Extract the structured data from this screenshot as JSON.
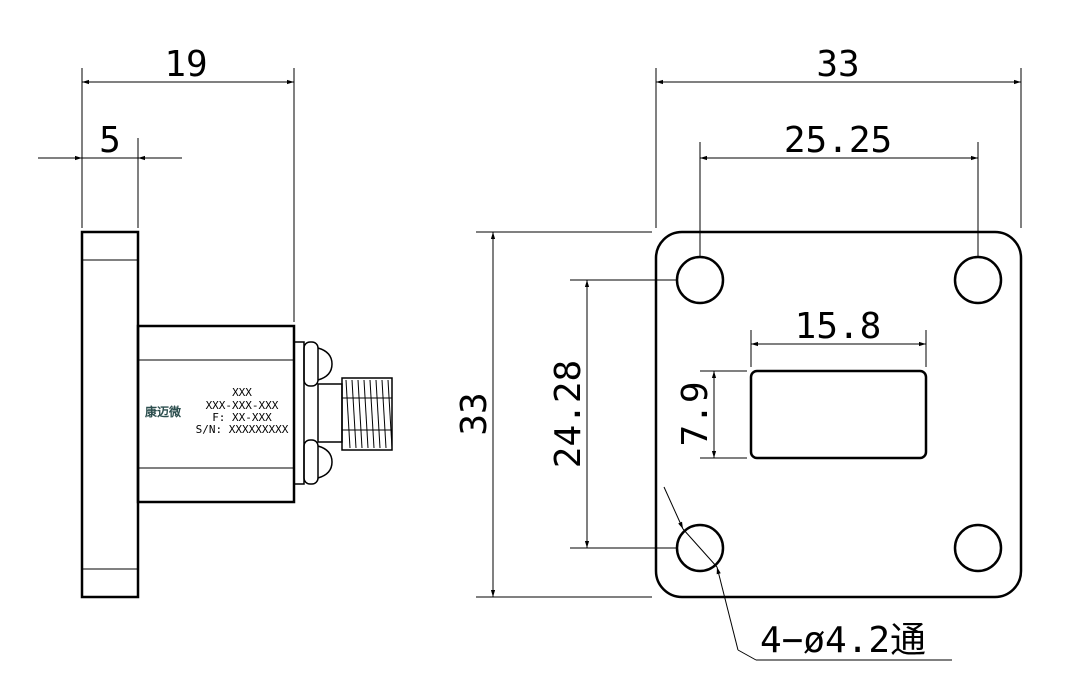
{
  "side_view": {
    "dim_total_length": "19",
    "dim_flange_thickness": "5",
    "brand": "康迈微",
    "label_line1": "XXX",
    "label_line2": "XXX-XXX-XXX",
    "label_line3": "F: XX-XXX",
    "label_line4": "S/N: XXXXXXXXX"
  },
  "front_view": {
    "dim_flange_width": "33",
    "dim_flange_height": "33",
    "dim_hole_spacing_h": "25.25",
    "dim_hole_spacing_v": "24.28",
    "dim_aperture_width": "15.8",
    "dim_aperture_height": "7.9",
    "hole_callout": "4−ø4.2通"
  }
}
